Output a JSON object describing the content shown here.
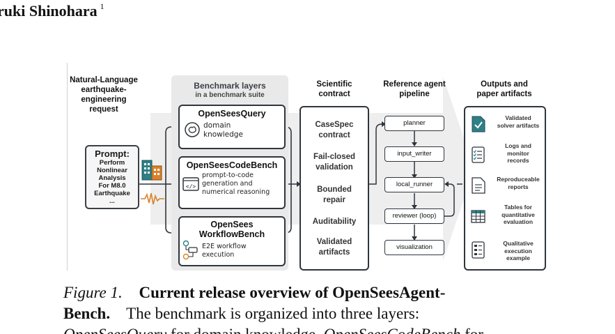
{
  "author": {
    "name": "ruki Shinohara",
    "affiliation_mark": "1"
  },
  "figure": {
    "request_title": [
      "Natural-Language",
      "earthquake-",
      "engineering",
      "request"
    ],
    "prompt": {
      "title": "Prompt:",
      "lines": [
        "Perform",
        "Nonlinear",
        "Analysis",
        "For M8.0",
        "Earthquake",
        "..."
      ]
    },
    "benchmark": {
      "title": "Benchmark layers",
      "subtitle": "in a benchmark suite",
      "layers": [
        {
          "title": "OpenSeesQuery",
          "desc": [
            "domain",
            "knowledge"
          ],
          "icon": "brain-icon"
        },
        {
          "title": "OpenSeesCodeBench",
          "desc": [
            "prompt-to-code",
            "generation and",
            "numerical reasoning"
          ],
          "icon": "code-window-icon"
        },
        {
          "title_lines": [
            "OpenSees",
            "WorkflowBench"
          ],
          "desc": [
            "E2E workflow",
            "execution"
          ],
          "icon": "workflow-icon"
        }
      ]
    },
    "contract": {
      "heading": [
        "Scientific",
        "contract"
      ],
      "items": [
        [
          "CaseSpec",
          "contract"
        ],
        [
          "Fail-closed",
          "validation"
        ],
        [
          "Bounded",
          "repair"
        ],
        [
          "Auditability"
        ],
        [
          "Validated",
          "artifacts"
        ]
      ]
    },
    "pipeline": {
      "heading": [
        "Reference agent",
        "pipeline"
      ],
      "steps": [
        "planner",
        "input_writer",
        "local_runner",
        "reviewer (loop)",
        "visualization"
      ]
    },
    "outputs": {
      "heading": [
        "Outputs and",
        "paper artifacts"
      ],
      "items": [
        {
          "lines": [
            "Validated",
            "solver artifacts"
          ],
          "icon": "document-check-icon"
        },
        {
          "lines": [
            "Logs and",
            "monitor",
            "records"
          ],
          "icon": "checklist-icon"
        },
        {
          "lines": [
            "Reproduceable",
            "reports"
          ],
          "icon": "report-icon"
        },
        {
          "lines": [
            "Tables for",
            "quantitative",
            "evaluation"
          ],
          "icon": "table-icon"
        },
        {
          "lines": [
            "Qualitative",
            "execution",
            "example"
          ],
          "icon": "example-sheet-icon"
        }
      ]
    }
  },
  "caption": {
    "label": "Figure 1.",
    "title_part1": "Current release overview of OpenSeesAgent-",
    "title_part2": "Bench.",
    "text1": "The benchmark is organized into three layers:",
    "text2_em1": "OpenSeesQuery",
    "text2_mid": " for domain knowledge, ",
    "text2_em2": "OpenSeesCodeBench",
    "text2_end": " for"
  },
  "colors": {
    "accent_teal": "#2e7f86",
    "panel_gray": "#e9e9e9",
    "frame": "#2f353c"
  }
}
